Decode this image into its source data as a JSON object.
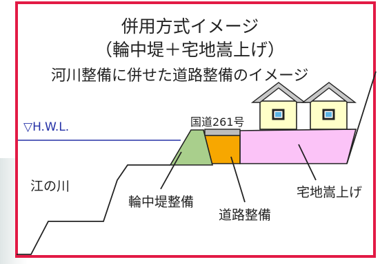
{
  "title": {
    "line1": "併用方式イメージ",
    "line2": "（輪中堤＋宅地嵩上げ）",
    "line3": "河川整備に併せた道路整備のイメージ"
  },
  "labels": {
    "hwl": "▽H.W.L.",
    "route": "国道261号",
    "river": "江の川",
    "levee": "輪中堤整備",
    "road": "道路整備",
    "land_raise": "宅地嵩上げ"
  },
  "colors": {
    "frame": "#e21a45",
    "hwl_line": "#2430a6",
    "levee_fill": "#a9cf8c",
    "road_fill": "#f7a700",
    "raise_fill": "#fbc3f7",
    "house_wall": "#ffffc8",
    "house_roof": "#c9c9c9",
    "window": "#5bb3e4",
    "road_surface": "#bdbdbd"
  }
}
